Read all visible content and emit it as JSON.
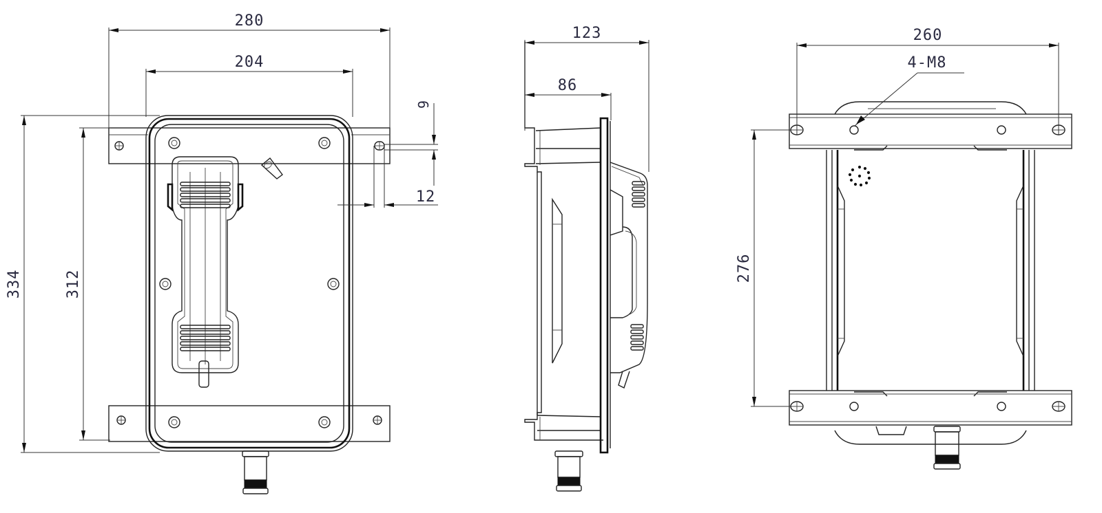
{
  "drawing": {
    "subject": "Wall-mounted telephone enclosure — dimension drawing",
    "units": "mm",
    "line_color": "#222222",
    "label_color": "#2a2a40",
    "views": {
      "front": {
        "overall_width": "280",
        "body_width": "204",
        "overall_height": "334",
        "body_height": "312",
        "slot_offset": "9",
        "slot_width": "12"
      },
      "side": {
        "overall_depth": "123",
        "body_depth": "86"
      },
      "rear": {
        "hole_spacing_horizontal": "260",
        "hole_spacing_vertical": "276",
        "hole_callout": "4-M8"
      }
    }
  }
}
